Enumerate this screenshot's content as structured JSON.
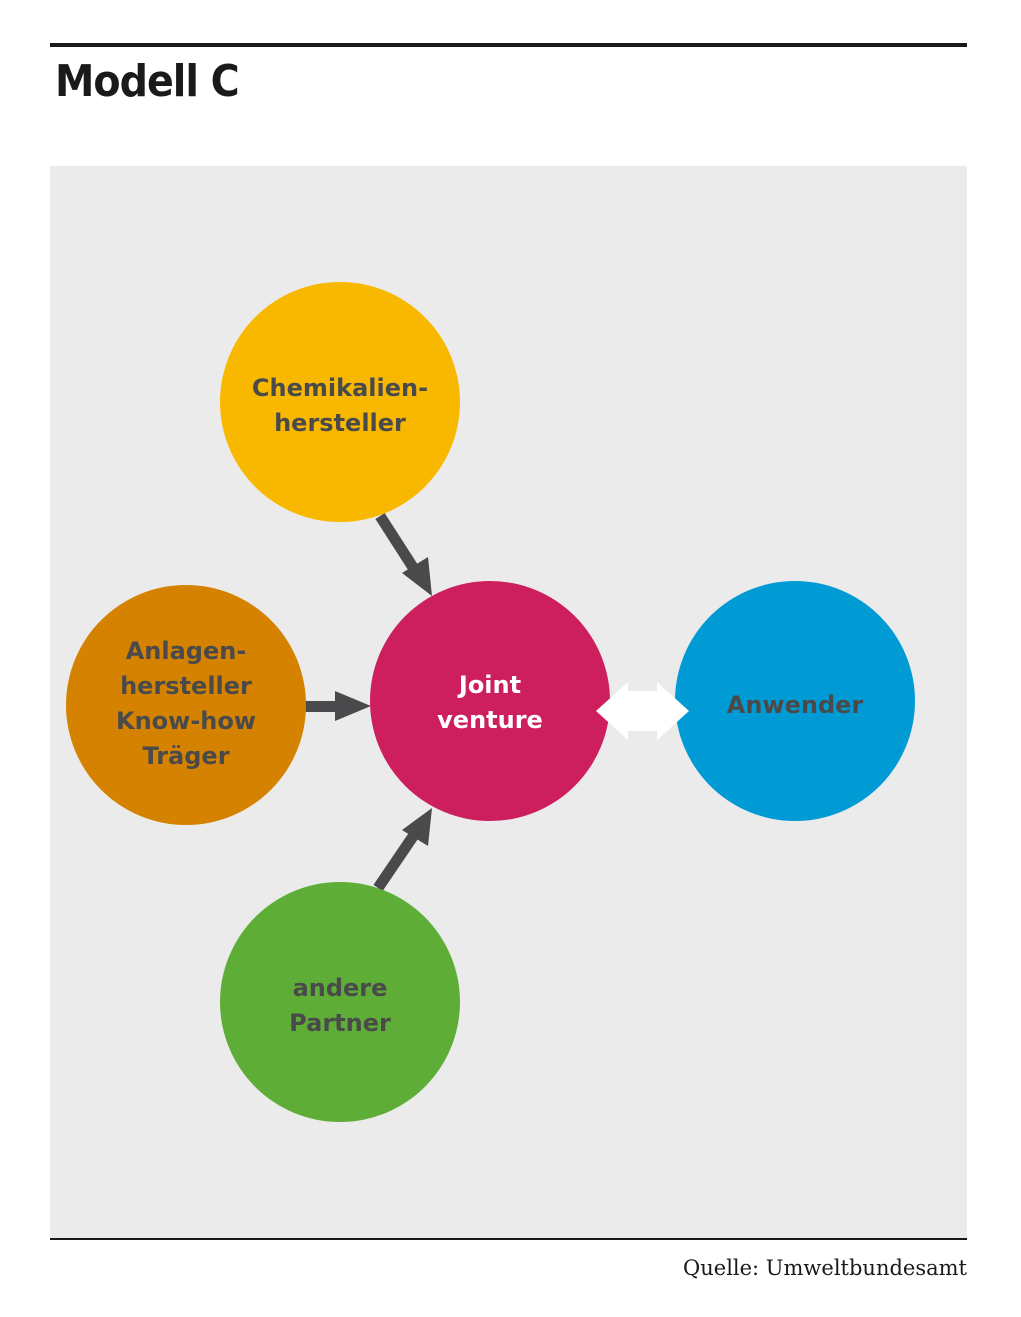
{
  "title": "Modell C",
  "source": "Quelle: Umweltbundesamt",
  "nodes": {
    "chem": {
      "lines": [
        "Chemikalien-",
        "hersteller"
      ],
      "color": "#f9b800"
    },
    "anlagen": {
      "lines": [
        "Anlagen-",
        "hersteller",
        "Know-how",
        "Träger"
      ],
      "color": "#d58200"
    },
    "jv": {
      "lines": [
        "Joint",
        "venture"
      ],
      "color": "#cd1f5e"
    },
    "anwender": {
      "lines": [
        "Anwender"
      ],
      "color": "#009bd4"
    },
    "partner": {
      "lines": [
        "andere",
        "Partner"
      ],
      "color": "#5ead37"
    }
  },
  "colors": {
    "arrow": "#4a4a4c",
    "background": "#ebebeb"
  }
}
